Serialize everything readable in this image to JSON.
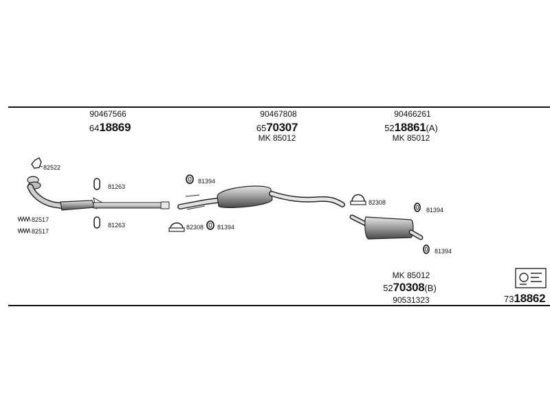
{
  "groups": {
    "front": {
      "oe_number": "90467566",
      "ref_prefix": "64",
      "ref_bold": "18869"
    },
    "middle": {
      "oe_number": "90467808",
      "ref_prefix": "65",
      "ref_bold": "70307",
      "kit": "MK  85012"
    },
    "rear_top": {
      "oe_number": "90466261",
      "ref_prefix": "52",
      "ref_bold": "18861",
      "ref_suffix": "(A)",
      "kit": "MK  85012"
    },
    "rear_bottom": {
      "kit": "MK  85012",
      "ref_prefix": "52",
      "ref_bold": "70308",
      "ref_suffix": "(B)",
      "oe_number": "90531323"
    },
    "overall": {
      "ref_prefix": "73",
      "ref_bold": "18862"
    }
  },
  "part_labels": {
    "gasket": "82522",
    "spring_1": "82517",
    "spring_2": "82517",
    "rubber_front_top": "81263",
    "rubber_front_bottom": "81263",
    "rubber_mid_top": "81394",
    "clamp_mid": "82308",
    "rubber_mid_bottom": "81394",
    "clamp_rear": "82308",
    "rubber_rear_top": "81394",
    "rubber_rear_bottom": "81394"
  },
  "icons": [
    "gasket-icon",
    "spring-icon",
    "rubber-mount-icon",
    "clamp-icon",
    "pipe-icon",
    "muffler-icon",
    "kit-box-icon"
  ]
}
